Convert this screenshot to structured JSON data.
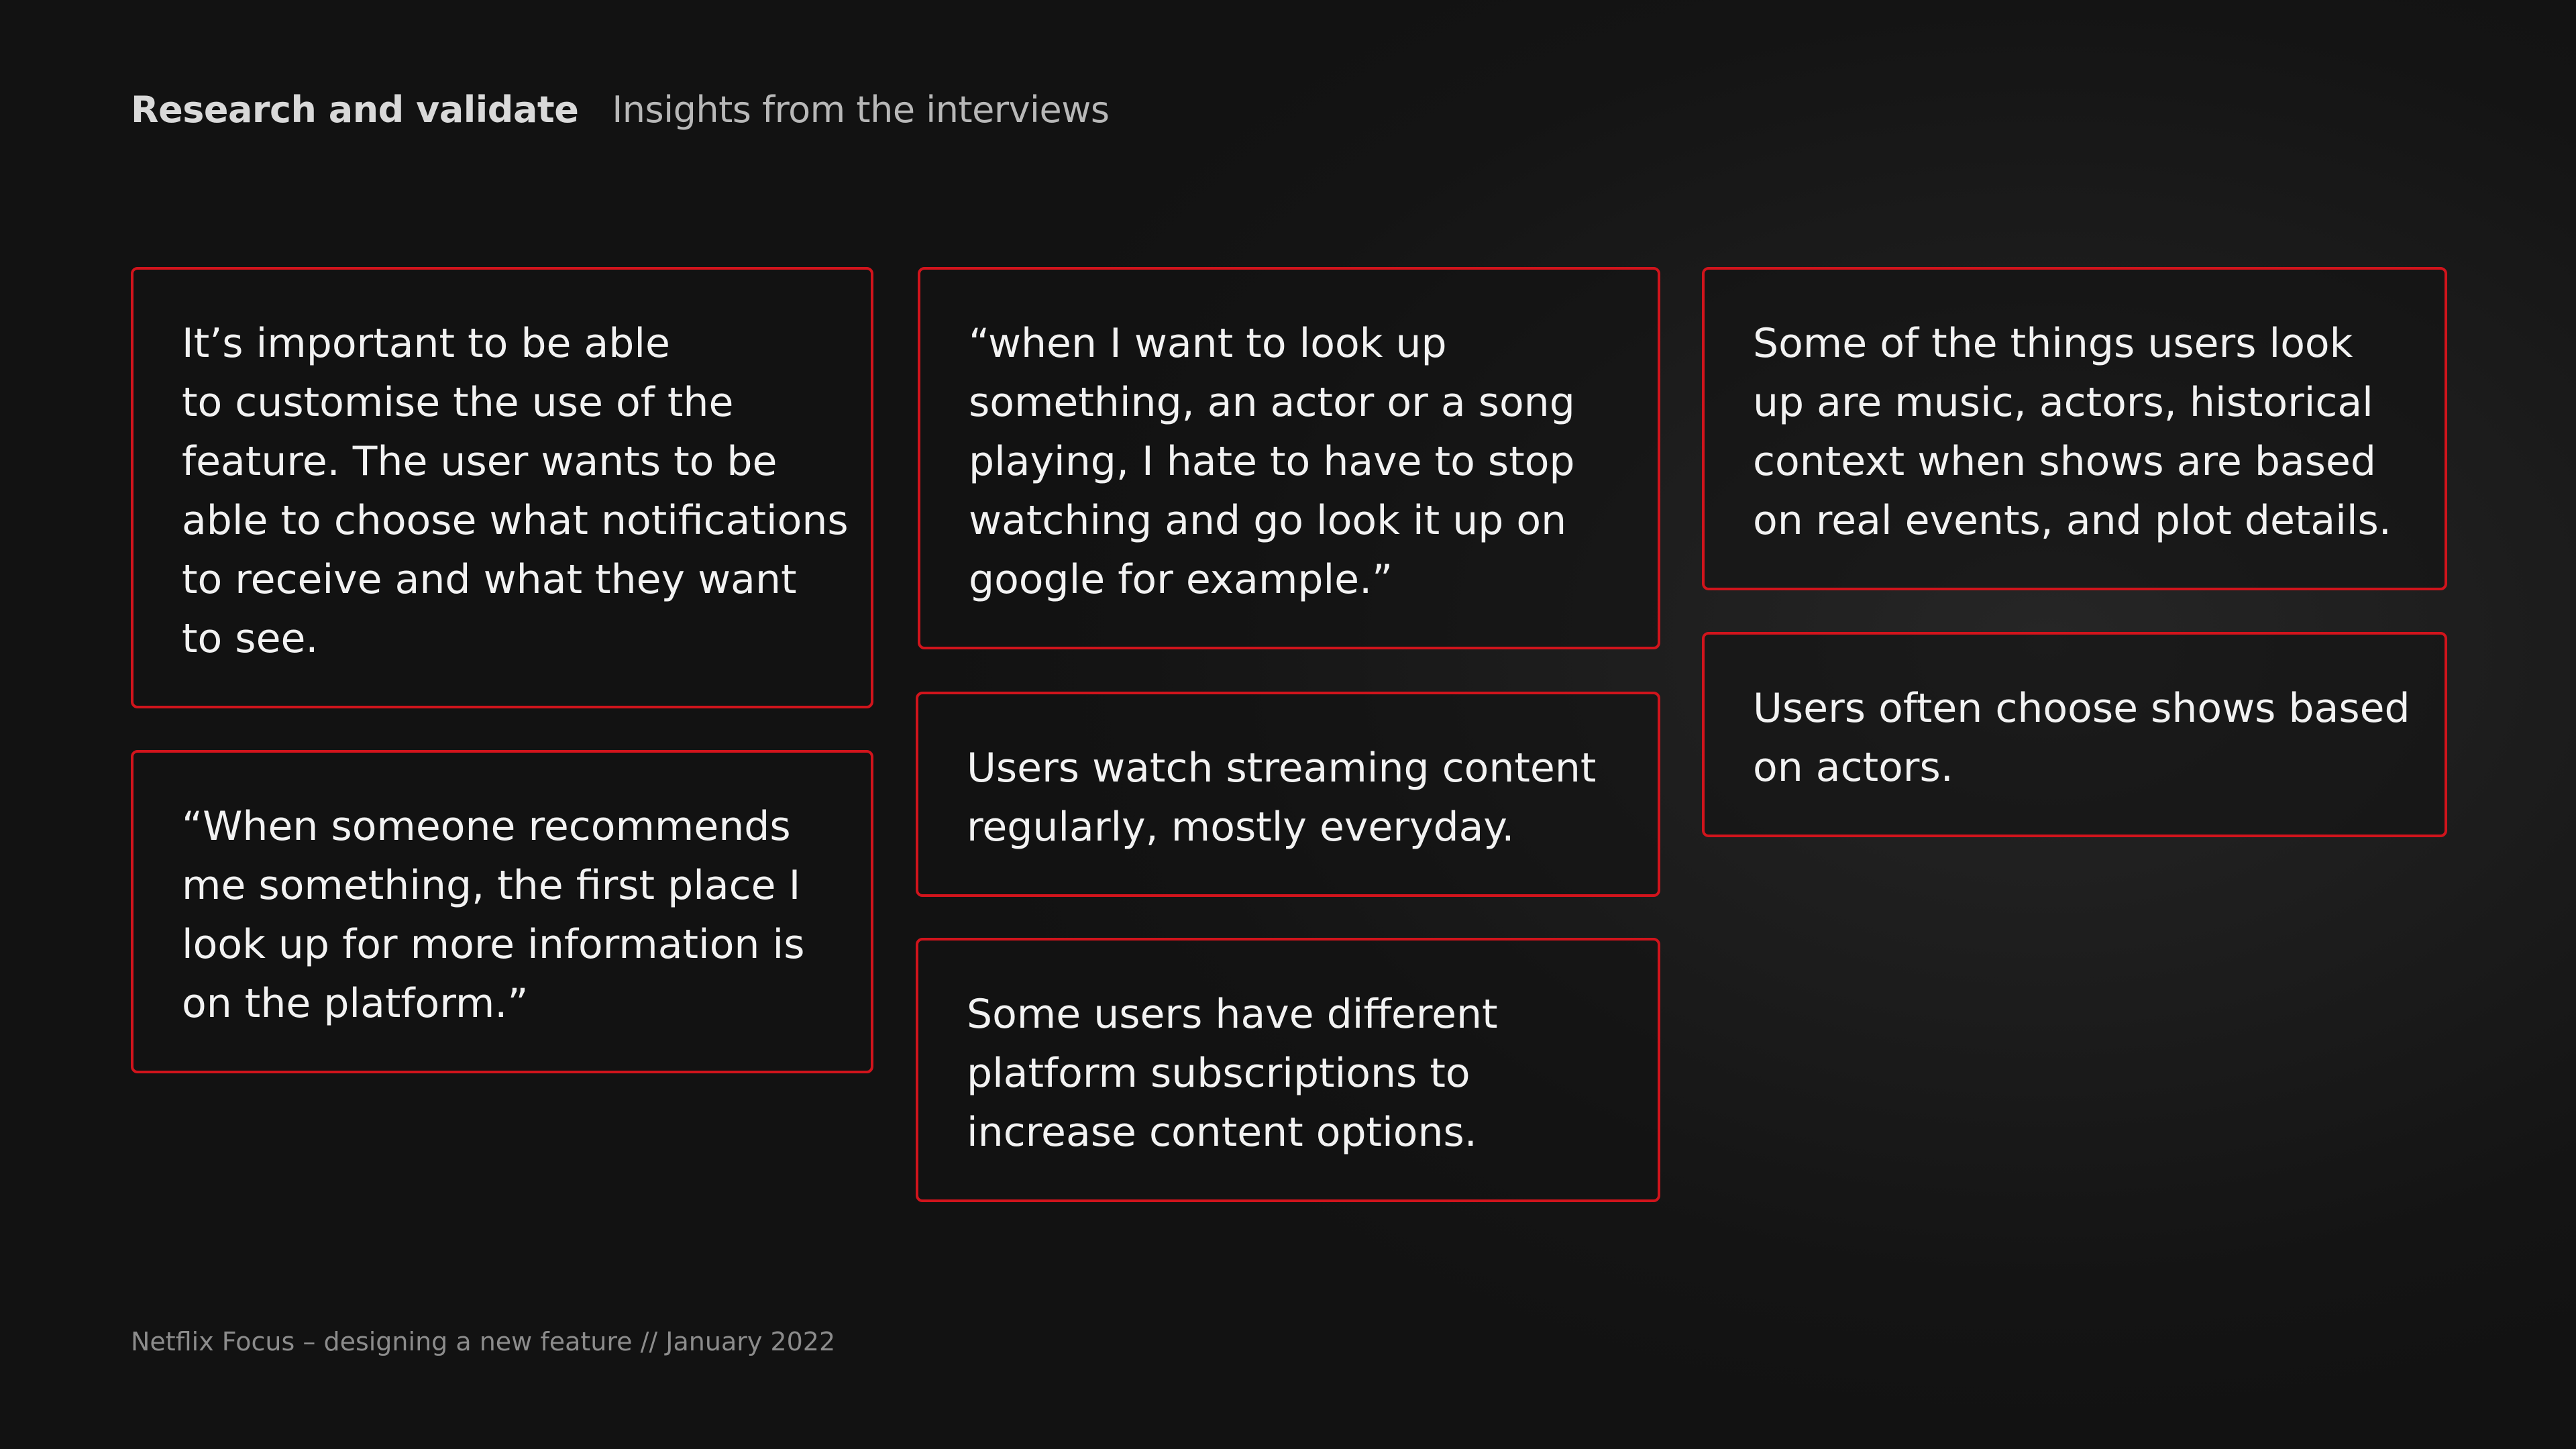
{
  "header": {
    "section": "Research and validate",
    "subtitle": "Insights from the interviews"
  },
  "cards": [
    {
      "lines": [
        "It’s important to be able",
        "to customise the use of the",
        "feature. The user wants to be",
        "able to choose what notifications",
        "to receive and what they want",
        "to see."
      ]
    },
    {
      "lines": [
        "“When someone recommends",
        "me something, the first place I",
        "look up for more information is",
        "on the platform.”"
      ]
    },
    {
      "lines": [
        "“when I want to look up",
        "something, an actor or a song",
        "playing, I hate to have to stop",
        "watching and go look it up on",
        "google for example.”"
      ]
    },
    {
      "lines": [
        "Users watch streaming content",
        "regularly, mostly everyday."
      ]
    },
    {
      "lines": [
        "Some users have different",
        "platform subscriptions to",
        "increase content options."
      ]
    },
    {
      "lines": [
        "Some of the things users look",
        "up are music, actors, historical",
        "context when shows are based",
        "on real events, and plot details."
      ]
    },
    {
      "lines": [
        "Users often choose shows based",
        "on actors."
      ]
    }
  ],
  "footer": {
    "text": "Netflix Focus – designing a new feature // January 2022"
  },
  "colors": {
    "background": "#121212",
    "card_border": "#d1141c",
    "text": "#f2f2f2"
  }
}
